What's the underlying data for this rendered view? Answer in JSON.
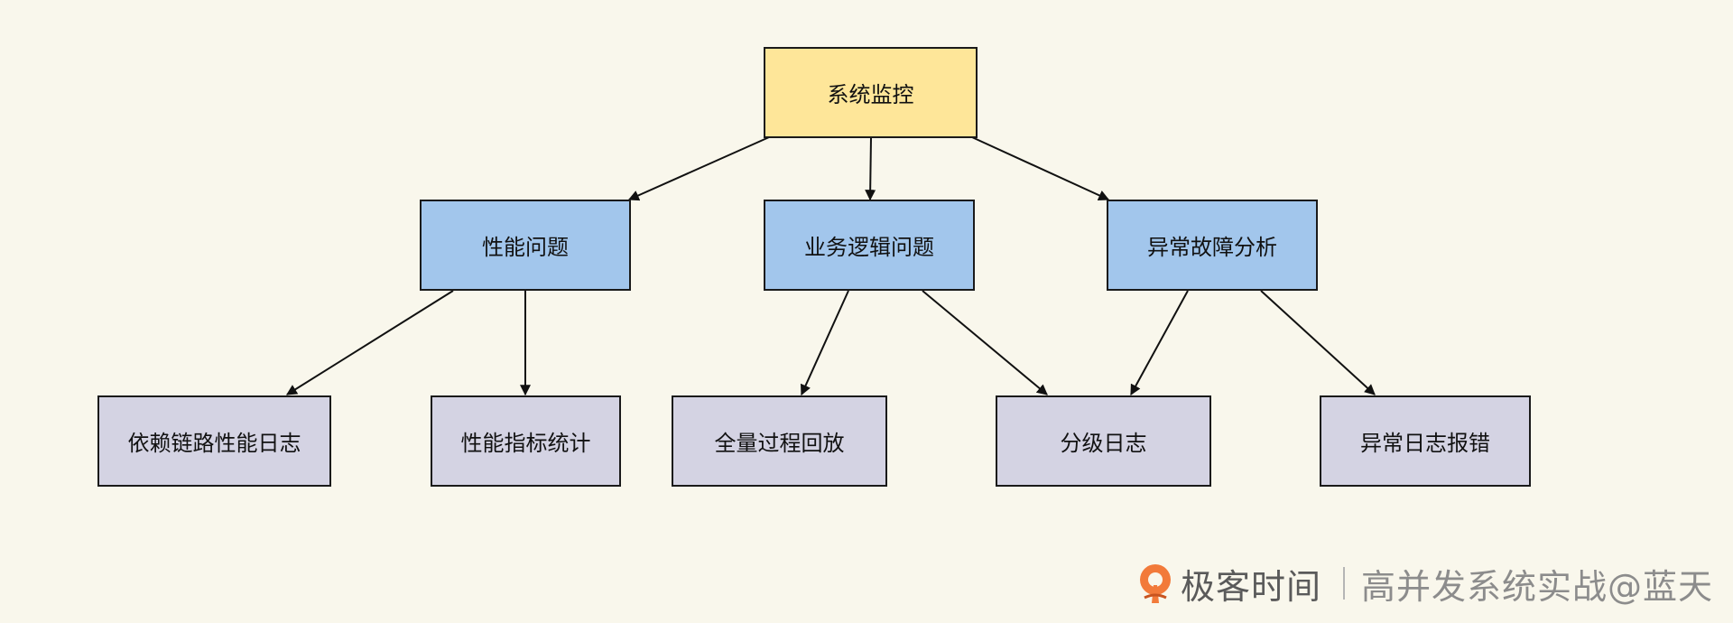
{
  "diagram": {
    "root": {
      "label": "系统监控"
    },
    "categories": [
      {
        "label": "性能问题"
      },
      {
        "label": "业务逻辑问题"
      },
      {
        "label": "异常故障分析"
      }
    ],
    "leaves": [
      {
        "label": "依赖链路性能日志"
      },
      {
        "label": "性能指标统计"
      },
      {
        "label": "全量过程回放"
      },
      {
        "label": "分级日志"
      },
      {
        "label": "异常日志报错"
      }
    ],
    "colors": {
      "root_fill": "#fee699",
      "category_fill": "#a2c6ec",
      "leaf_fill": "#d4d3e3",
      "edge": "#111111",
      "background": "#f9f7ec"
    }
  },
  "watermark": {
    "brand": "极客时间",
    "course": "高并发系统实战@蓝天",
    "logo_icon": "geektime-logo-icon",
    "logo_color": "#f27a3a"
  }
}
